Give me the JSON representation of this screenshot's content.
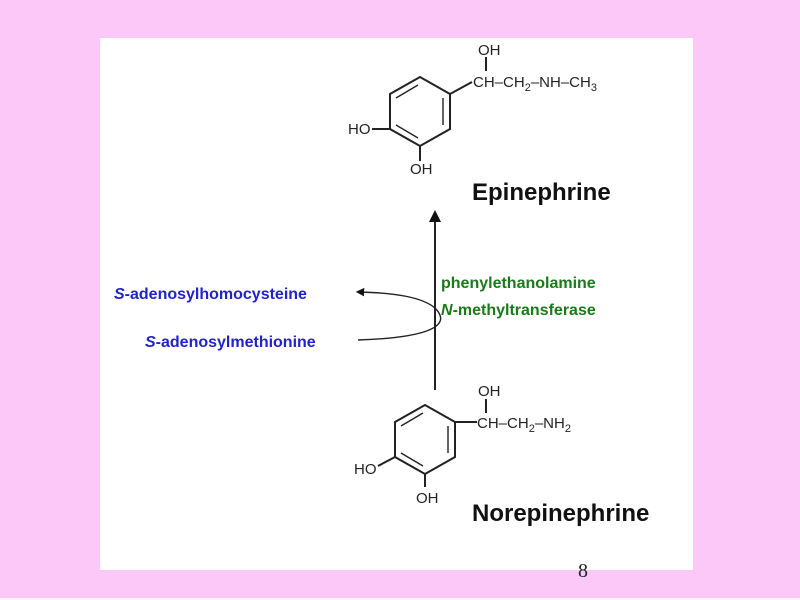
{
  "compounds": {
    "product": {
      "name": "Epinephrine",
      "oh_top": "OH",
      "chain": [
        "CH–CH",
        "2",
        "–NH–CH",
        "3"
      ],
      "ring_ho": "HO",
      "ring_oh": "OH"
    },
    "substrate": {
      "name": "Norepinephrine",
      "oh_top": "OH",
      "chain": [
        "CH–CH",
        "2",
        "–NH",
        "2"
      ],
      "ring_ho": "HO",
      "ring_oh": "OH"
    }
  },
  "enzyme": {
    "line1": "phenylethanolamine",
    "line2_italic": "N",
    "line2_rest": "-methyltransferase"
  },
  "cofactors": {
    "product": {
      "italic": "S",
      "rest": "-adenosylhomocysteine"
    },
    "donor": {
      "italic": "S",
      "rest": "-adenosylmethionine"
    }
  },
  "page_number": "8",
  "colors": {
    "slide_background": "#fbc8f7",
    "enzyme_text": "#1a7a1a",
    "cofactor_text": "#2222cc"
  }
}
